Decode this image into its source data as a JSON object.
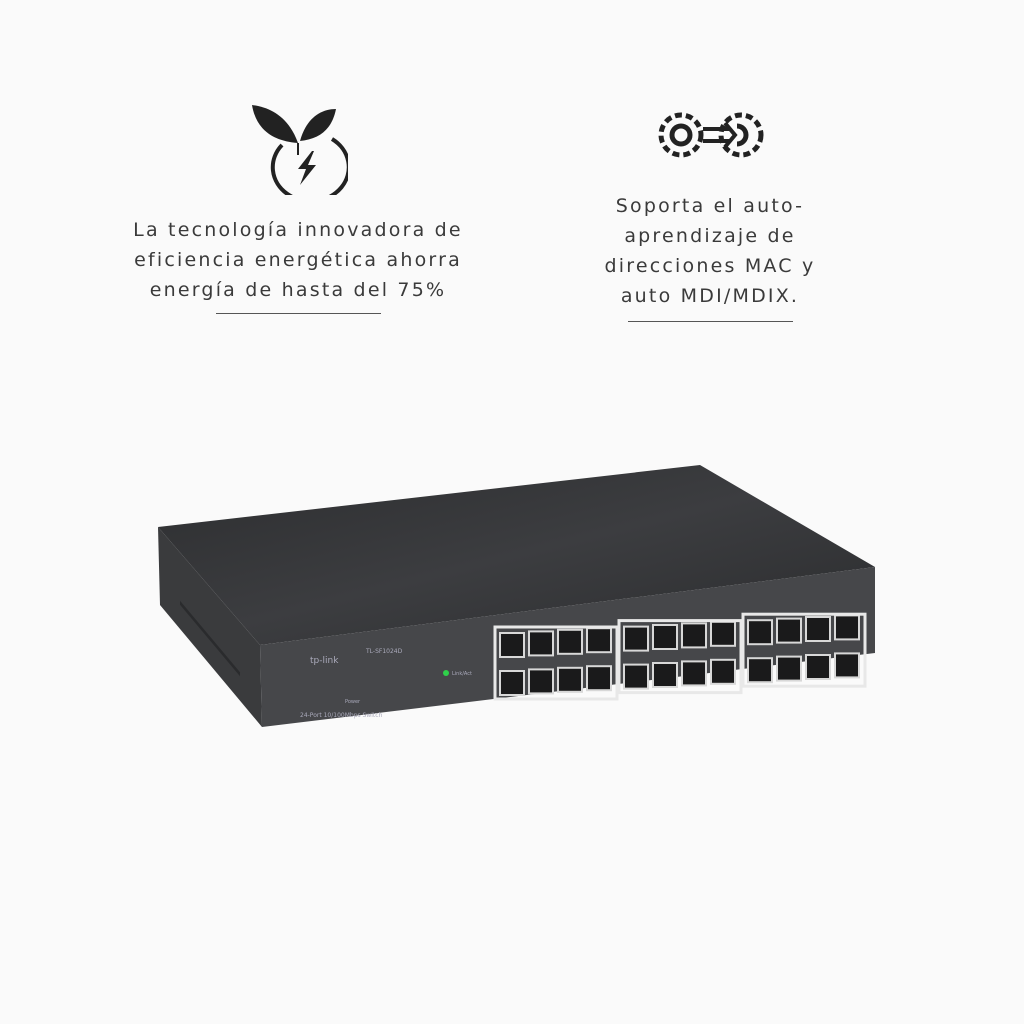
{
  "features": [
    {
      "icon": "leaf-energy-icon",
      "text": "La tecnología innovadora de eficiencia energética ahorra energía de hasta del 75%"
    },
    {
      "icon": "gears-arrow-icon",
      "text": "Soporta el auto-aprendizaje de direcciones MAC y auto MDI/MDIX."
    }
  ],
  "product": {
    "brand": "tp-link",
    "model": "TL-SF1024D",
    "description": "24-Port 10/100Mbps Switch",
    "power_label": "Power",
    "led_label": "Link/Act",
    "port_count": 24,
    "colors": {
      "body": "#3a3b3d",
      "led": "#2fd14a"
    }
  }
}
